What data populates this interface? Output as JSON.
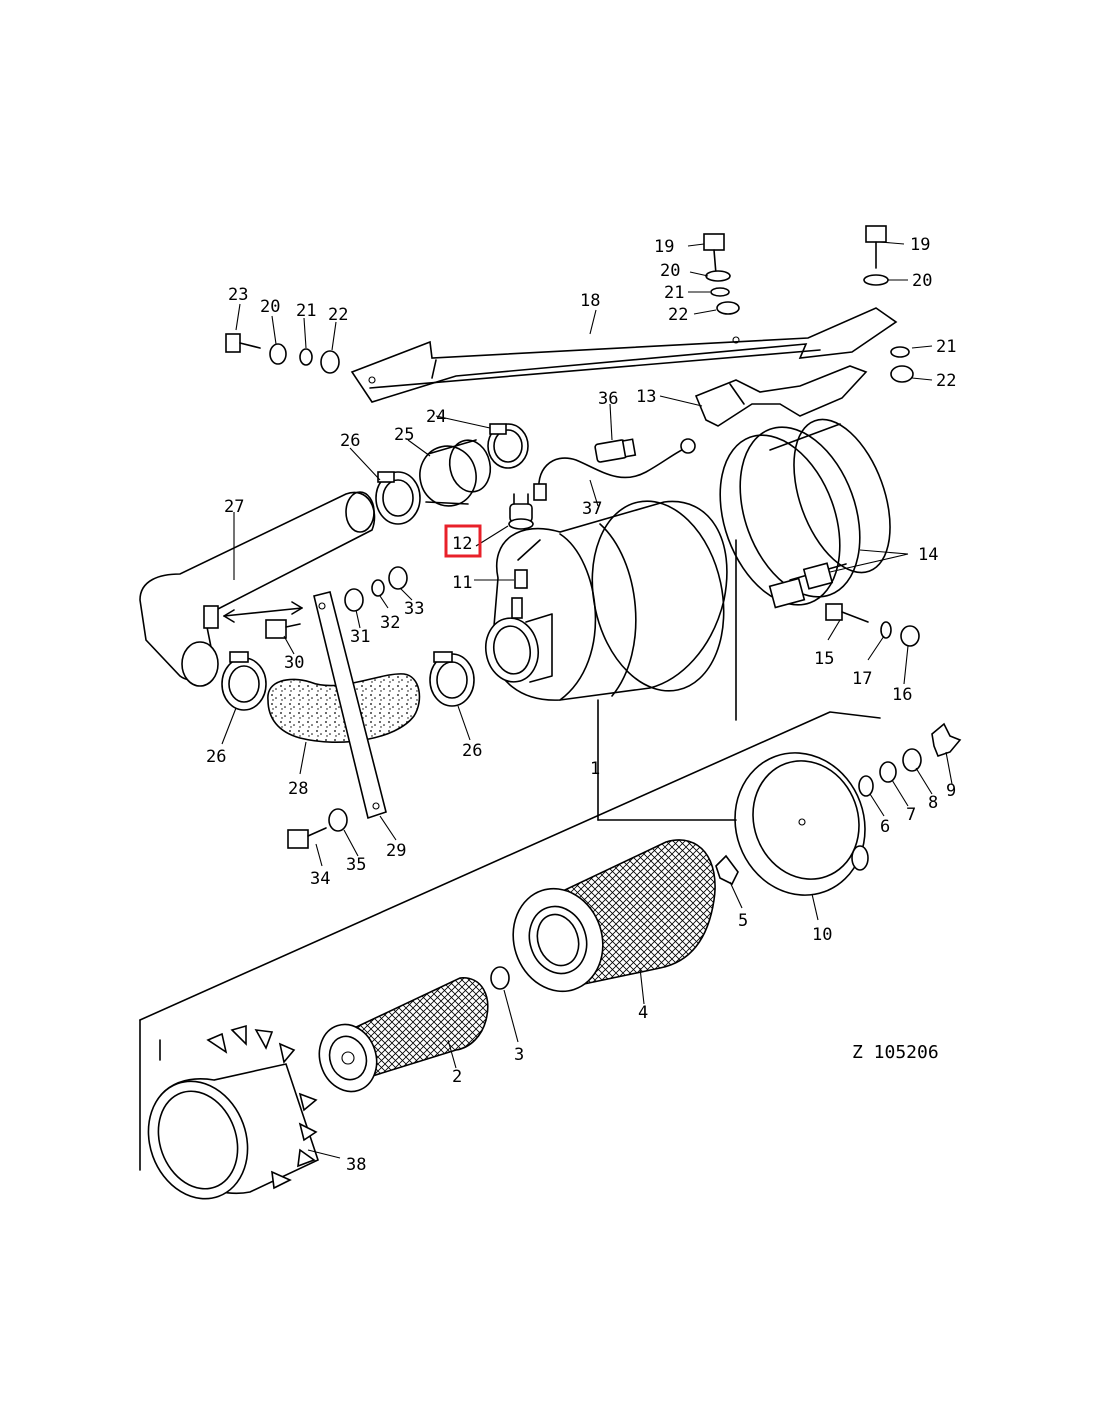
{
  "drawing_code": "Z 105206",
  "highlighted_callout": "12",
  "callouts": {
    "c1": "1",
    "c2": "2",
    "c3": "3",
    "c4": "4",
    "c5": "5",
    "c6": "6",
    "c7": "7",
    "c8": "8",
    "c9": "9",
    "c10": "10",
    "c11": "11",
    "c12": "12",
    "c13": "13",
    "c14": "14",
    "c15": "15",
    "c16": "16",
    "c17": "17",
    "c18": "18",
    "c19a": "19",
    "c19b": "19",
    "c20a": "20",
    "c20b": "20",
    "c20c": "20",
    "c21a": "21",
    "c21b": "21",
    "c21c": "21",
    "c22a": "22",
    "c22b": "22",
    "c22c": "22",
    "c23": "23",
    "c24": "24",
    "c25": "25",
    "c26a": "26",
    "c26b": "26",
    "c26c": "26",
    "c27": "27",
    "c28": "28",
    "c29": "29",
    "c30": "30",
    "c31": "31",
    "c32": "32",
    "c33": "33",
    "c34": "34",
    "c35": "35",
    "c36": "36",
    "c37": "37",
    "c38": "38"
  }
}
